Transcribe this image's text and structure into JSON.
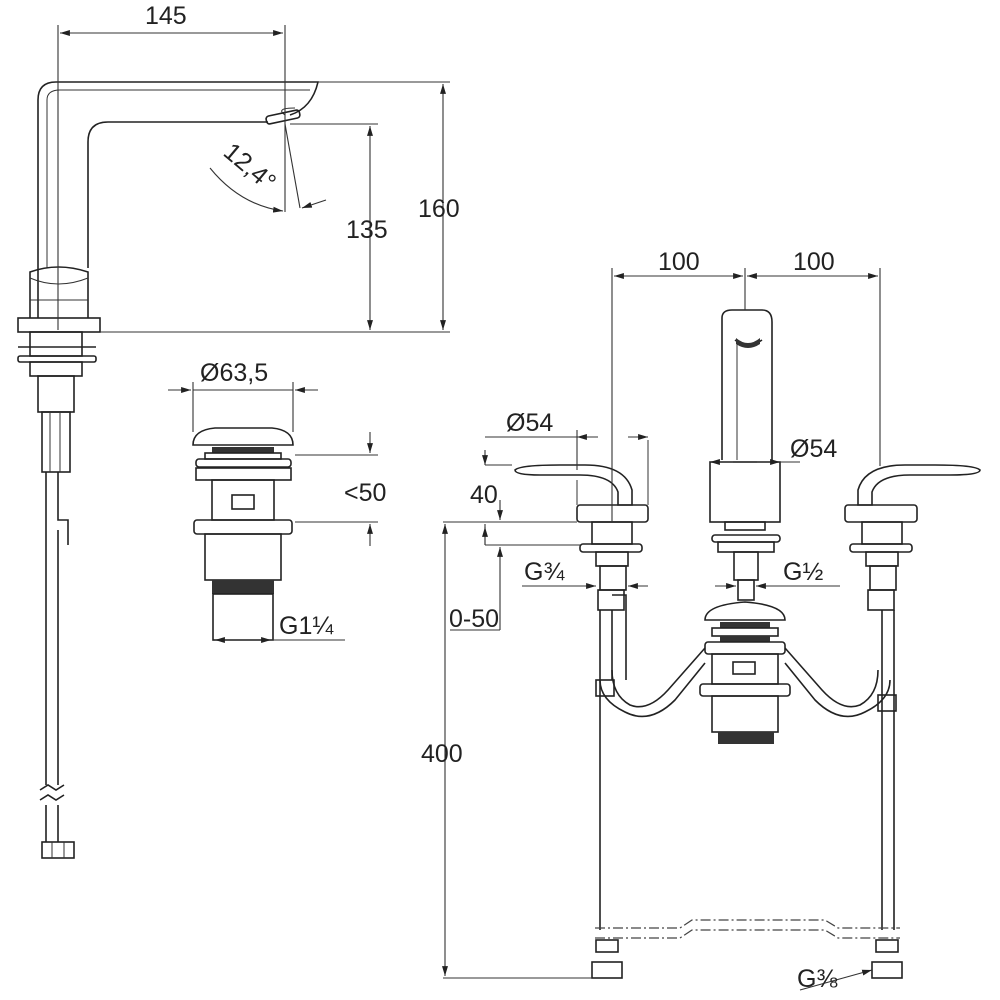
{
  "title": "Three-hole basin mixer dimensional drawing",
  "side_view": {
    "spout_projection": "145",
    "total_height": "160",
    "outlet_height": "135",
    "jet_angle": "12,4°"
  },
  "waste": {
    "cap_diameter": "Ø63,5",
    "height": "<50",
    "thread": "G1¼"
  },
  "front_view": {
    "spacing_left": "100",
    "spacing_right": "100",
    "handle_diameter": "Ø54",
    "spout_diameter": "Ø54",
    "handle_height": "40",
    "deck_thickness": "0-50",
    "handle_thread": "G¾",
    "spout_thread": "G½",
    "hose_length": "400",
    "hose_thread": "G⅜"
  }
}
